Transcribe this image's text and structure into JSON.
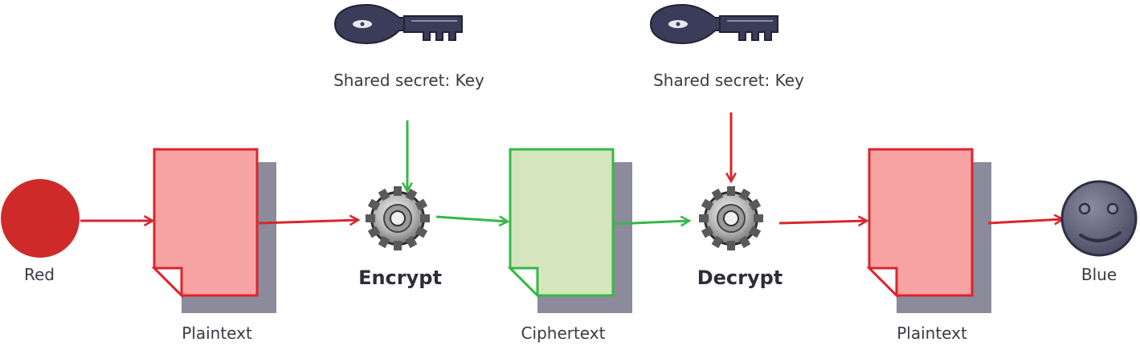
{
  "keys": [
    {
      "label": "Shared secret: Key"
    },
    {
      "label": "Shared secret: Key"
    }
  ],
  "parties": {
    "sender": {
      "label": "Red"
    },
    "receiver": {
      "label": "Blue"
    }
  },
  "documents": [
    {
      "label": "Plaintext"
    },
    {
      "label": "Ciphertext"
    },
    {
      "label": "Plaintext"
    }
  ],
  "operations": [
    {
      "label": "Encrypt"
    },
    {
      "label": "Decrypt"
    }
  ],
  "colors": {
    "red": "#d9262c",
    "red_doc_fill": "#f7a3a3",
    "green": "#35b84a",
    "green_doc_fill": "#d5e6bc",
    "shadow": "#8b8b9b",
    "key": "#3b3b5a",
    "smiley": "#5a5a72",
    "sender_circle": "#cf2a2a"
  }
}
